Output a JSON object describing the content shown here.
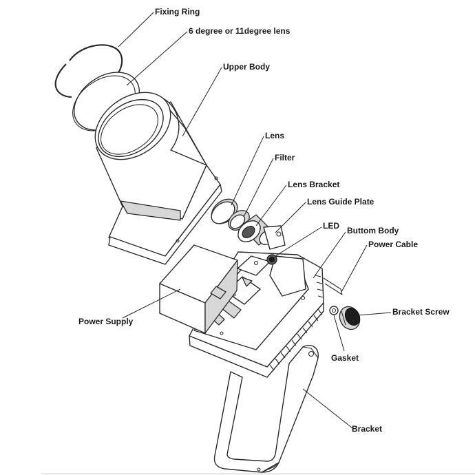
{
  "labels": {
    "fixing_ring": "Fixing Ring",
    "lens_option": "6 degree or 11degree lens",
    "upper_body": "Upper Body",
    "lens": "Lens",
    "filter": "Filter",
    "lens_bracket": "Lens Bracket",
    "lens_guide_plate": "Lens Guide Plate",
    "led": "LED",
    "bottom_body": "Buttom Body",
    "power_cable": "Power Cable",
    "bracket_screw": "Bracket Screw",
    "gasket": "Gasket",
    "power_supply": "Power Supply",
    "bracket": "Bracket"
  }
}
